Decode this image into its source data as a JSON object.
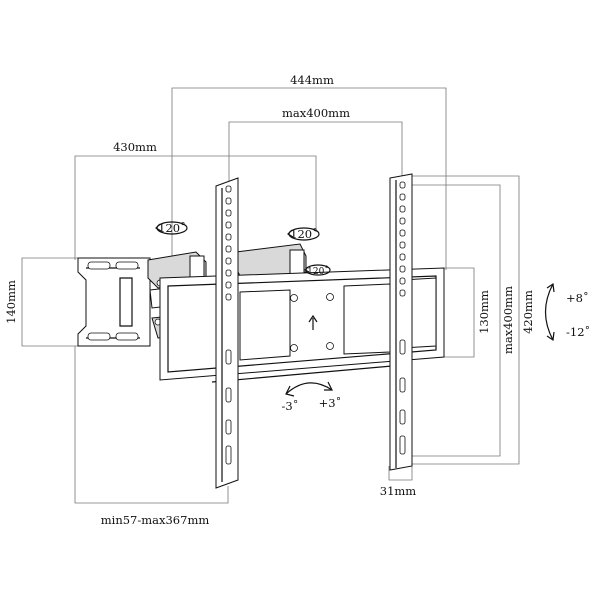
{
  "diagram": {
    "dimensions": {
      "mount_width": "444mm",
      "vesa_horizontal": "max400mm",
      "arm_extension": "430mm",
      "wall_plate_height": "140mm",
      "profile": "min57-max367mm",
      "plate_height": "130mm",
      "vesa_vertical": "max400mm",
      "bracket_height": "420mm",
      "strip_width": "31mm"
    },
    "angles": {
      "swivel_left": "120˚",
      "swivel_mid": "120˚",
      "swivel_right": "120˚",
      "tilt_up": "+8˚",
      "tilt_down": "-12˚",
      "roll_neg": "-3˚",
      "roll_pos": "+3˚"
    }
  }
}
